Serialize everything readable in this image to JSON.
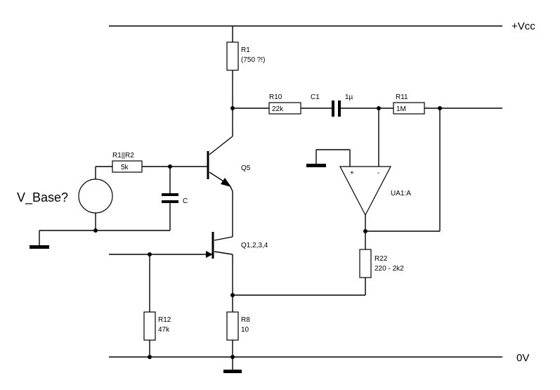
{
  "rails": {
    "vcc": "+Vcc",
    "zero": "0V"
  },
  "source": {
    "label": "V_Base?"
  },
  "r_base": {
    "name": "R1||R2",
    "value": "5k"
  },
  "cap_base": {
    "name": "C"
  },
  "r1": {
    "name": "R1",
    "value": "(750 ?!)"
  },
  "r10": {
    "name": "R10",
    "value": "22k"
  },
  "c1": {
    "name": "C1",
    "value": "1µ"
  },
  "r11": {
    "name": "R11",
    "value": "1M"
  },
  "q5": {
    "name": "Q5"
  },
  "q1234": {
    "name": "Q1,2,3,4"
  },
  "opamp": {
    "name": "UA1:A",
    "plus": "+",
    "minus": "-"
  },
  "r22": {
    "name": "R22",
    "value": "220 - 2k2"
  },
  "r12": {
    "name": "R12",
    "value": "47k"
  },
  "r8": {
    "name": "R8",
    "value": "10"
  }
}
